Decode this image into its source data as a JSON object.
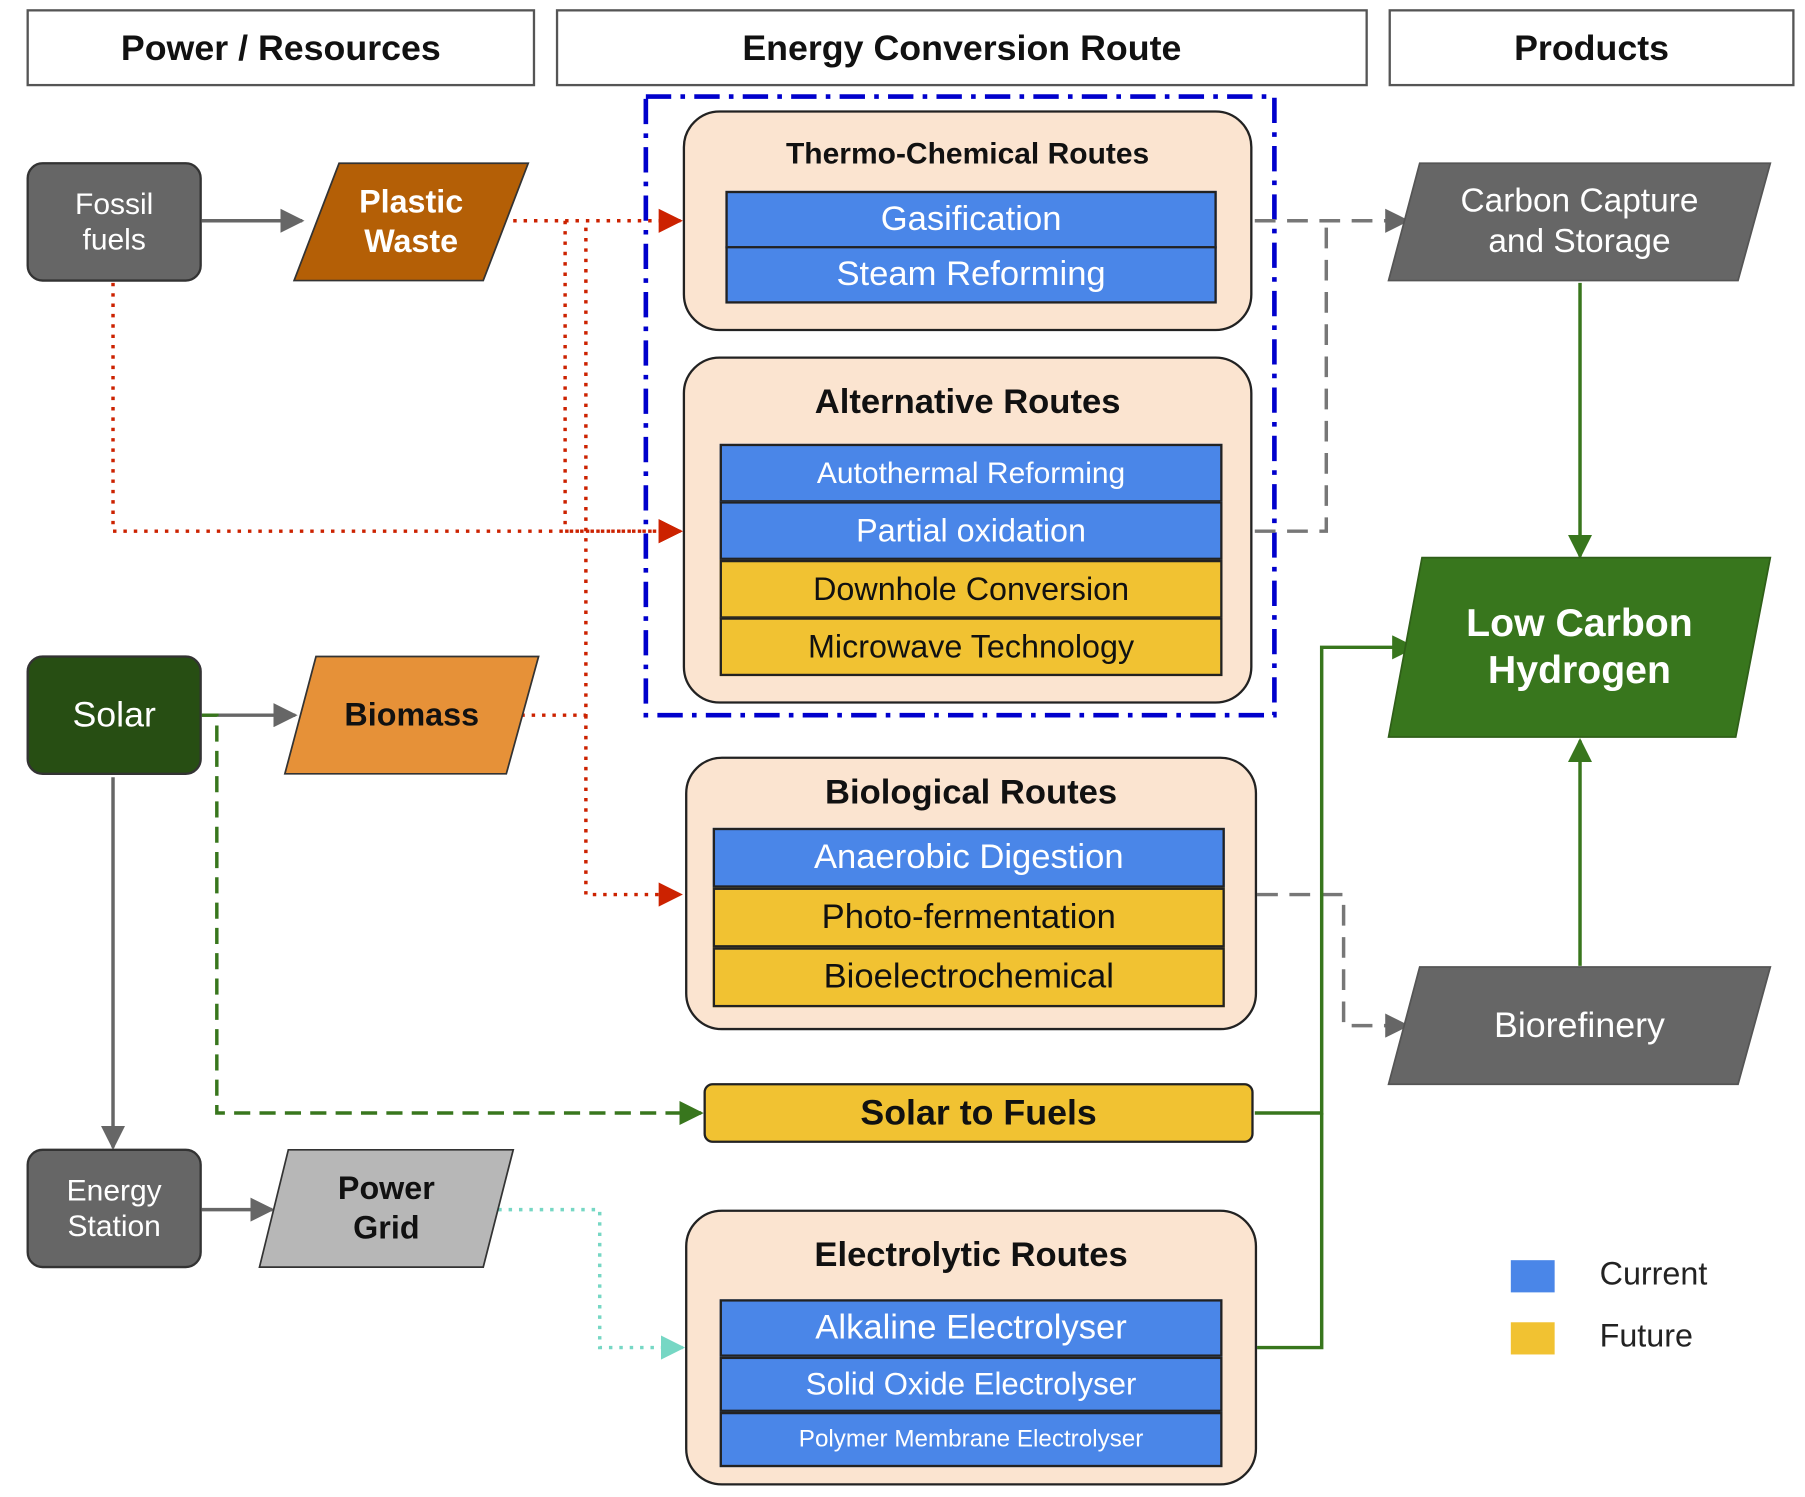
{
  "headers": {
    "resources": "Power / Resources",
    "conversion": "Energy Conversion Route",
    "products": "Products"
  },
  "resources": {
    "fossil": "Fossil\nfuels",
    "plastic": "Plastic\nWaste",
    "solar": "Solar",
    "biomass": "Biomass",
    "energy_station": "Energy\nStation",
    "power_grid": "Power\nGrid"
  },
  "routes": {
    "thermo": {
      "title": "Thermo-Chemical Routes",
      "items": [
        {
          "label": "Gasification",
          "status": "current"
        },
        {
          "label": "Steam Reforming",
          "status": "current"
        }
      ]
    },
    "alternative": {
      "title": "Alternative Routes",
      "items": [
        {
          "label": "Autothermal Reforming",
          "status": "current"
        },
        {
          "label": "Partial oxidation",
          "status": "current"
        },
        {
          "label": "Downhole Conversion",
          "status": "future"
        },
        {
          "label": "Microwave Technology",
          "status": "future"
        }
      ]
    },
    "biological": {
      "title": "Biological Routes",
      "items": [
        {
          "label": "Anaerobic Digestion",
          "status": "current"
        },
        {
          "label": "Photo-fermentation",
          "status": "future"
        },
        {
          "label": "Bioelectrochemical",
          "status": "future"
        }
      ]
    },
    "solar_fuels": "Solar to Fuels",
    "electrolytic": {
      "title": "Electrolytic Routes",
      "items": [
        {
          "label": "Alkaline Electrolyser",
          "status": "current"
        },
        {
          "label": "Solid Oxide Electrolyser",
          "status": "current"
        },
        {
          "label": "Polymer Membrane Electrolyser",
          "status": "current"
        }
      ]
    }
  },
  "products": {
    "ccs": "Carbon Capture\nand Storage",
    "hydrogen": "Low Carbon\nHydrogen",
    "biorefinery": "Biorefinery"
  },
  "legend": {
    "current": "Current",
    "future": "Future"
  },
  "colors": {
    "current": "#4a86e8",
    "future": "#f1c232",
    "fossil_node": "#666666",
    "plastic_node": "#b45f06",
    "solar_node": "#274e13",
    "biomass_node": "#e69138",
    "energy_station_node": "#666666",
    "power_grid_node": "#b7b7b7",
    "product_grey": "#666666",
    "hydrogen_node": "#38761d",
    "route_box_fill": "#fbe4d0",
    "dotted_red": "#cc2200",
    "dashed_green": "#38761d",
    "dotted_cyan": "#76d7c4",
    "highlight_border": "#0000cc"
  }
}
